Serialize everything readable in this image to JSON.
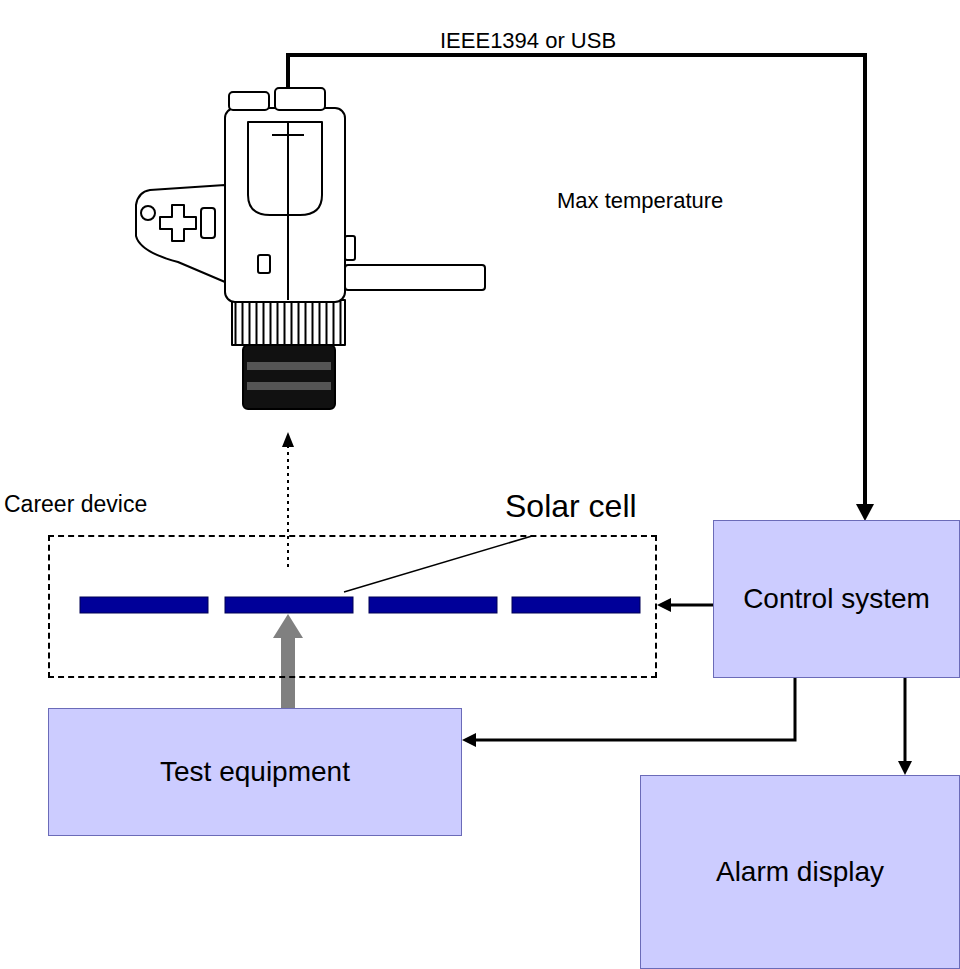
{
  "diagram": {
    "nodes": [
      {
        "text": [
          "Career device"
        ]
      },
      {
        "text": [
          "Control system"
        ]
      },
      {
        "text": [
          "Test equipment"
        ]
      },
      {
        "text": [
          "Alarm display"
        ]
      }
    ],
    "edges": [
      {
        "from": 1,
        "to": 0,
        "arrow": "to"
      },
      {
        "from": 1,
        "to": 2,
        "arrow": "to"
      },
      {
        "from": 1,
        "to": 3,
        "arrow": "to"
      },
      {
        "from": 2,
        "to": 0,
        "arrow": "to"
      }
    ],
    "labels": [
      "IEEE1394 or USB",
      "Max temperature",
      "Solar cell"
    ]
  }
}
